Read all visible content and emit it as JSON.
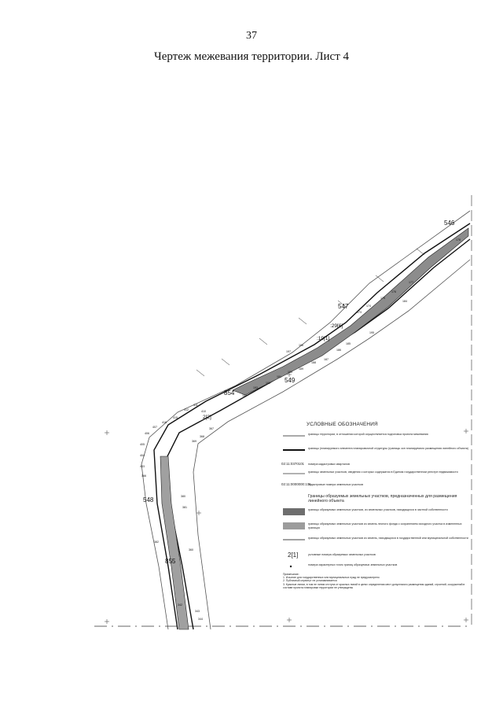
{
  "page": {
    "number": "37",
    "title": "Чертеж межевания территории. Лист 4"
  },
  "map_labels": {
    "blocks": [
      "546",
      "547",
      "854",
      "548",
      "855",
      "549"
    ],
    "parcels": [
      ":19[1]",
      ":29[6]",
      "2[2]"
    ],
    "points": [
      "178",
      "177",
      "176",
      "175",
      "174",
      "173",
      "184",
      "185",
      "186",
      "187",
      "188",
      "189",
      "190",
      "191",
      "192",
      "193",
      "194",
      "195",
      "196",
      "197",
      "410",
      "411",
      "412",
      "415",
      "416",
      "407",
      "406",
      "405",
      "404",
      "403",
      "366",
      "367",
      "368",
      "369",
      "382",
      "380",
      "381",
      "360",
      "342",
      "343",
      "344"
    ]
  },
  "legend": {
    "title": "УСЛОВНЫЕ ОБОЗНАЧЕНИЯ",
    "items": [
      "границы территории, в отношении которой осуществляется подготовка проекта межевания",
      "границы (планируемого элемента планировочной структуры (границы зон планируемого размещения линейного объекта)",
      "номера кадастровых кварталов",
      "границы земельных участков, сведения о которых содержатся в Едином государственном реестре недвижимости",
      "кадастровые номера земельных участков"
    ],
    "quarter_code": "02:11:0370101",
    "cadastral_code": "02:11:0000000:175",
    "subsection_title": "Границы образуемых земельных участков, предназначенных для размещения линейного объекта",
    "sub_items": [
      "границы образуемых земельных участков, из земельных участков, находящихся в частной собственности",
      "границы образуемых земельных участков из земель лесного фонда с сохранением исходного участка в измененных границах",
      "границы образуемых земельных участков из земель, находящихся в государственной или муниципальной собственности"
    ],
    "parcel_number_symbol": "2[1]",
    "parcel_number_text": "условные номера образуемых земельных участков",
    "point_text": "номера характерных точек границ образуемых земельных участков",
    "notes_title": "Примечание:",
    "notes": [
      "1. Изъятие для государственных или муниципальных нужд не предусмотрено",
      "2. Публичный сервитут не устанавливается",
      "3. Красные линии, в том не линии отступа от красных линий в целях определения мест допустимого размещения зданий, строений, сооружений в составе проекта планировки территории не утверждены"
    ]
  },
  "colors": {
    "corridor_fill": "#8c8c8c",
    "boundary": "#111111"
  }
}
